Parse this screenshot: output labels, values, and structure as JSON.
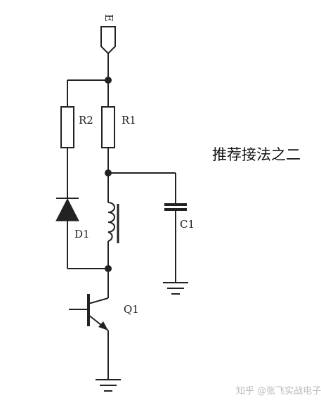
{
  "labels": {
    "r1": "R1",
    "r2": "R2",
    "d1": "D1",
    "c1": "C1",
    "q1": "Q1",
    "supply_tag": "E",
    "title": "推荐接法之二",
    "watermark": "知乎 @张飞实战电子"
  },
  "colors": {
    "wire": "#222222",
    "watermark": "#bbbbbb"
  }
}
